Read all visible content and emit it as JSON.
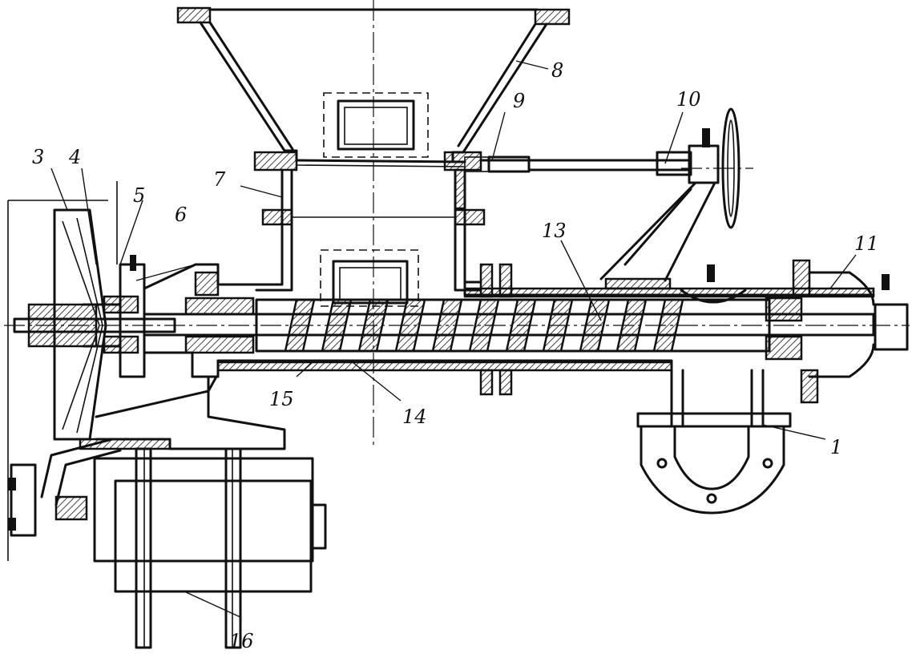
{
  "labels": {
    "l3": "3",
    "l4": "4",
    "l5": "5",
    "l6": "6",
    "l7": "7",
    "l8": "8",
    "l9": "9",
    "l10": "10",
    "l11": "11",
    "l13": "13",
    "l14": "14",
    "l15": "15",
    "l1": "1",
    "l16": "16"
  }
}
